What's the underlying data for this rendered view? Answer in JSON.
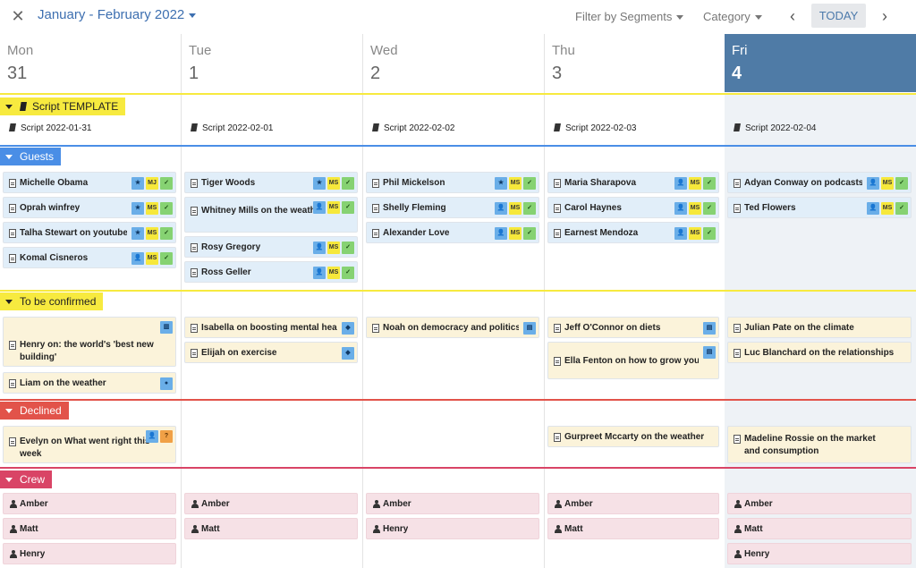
{
  "toolbar": {
    "close_icon": "close-icon",
    "date_range": "January - February 2022",
    "filter_label": "Filter by Segments",
    "category_label": "Category",
    "today_label": "TODAY",
    "prev_icon": "chevron-left-icon",
    "next_icon": "chevron-right-icon"
  },
  "days": [
    {
      "name": "Mon",
      "date": "31"
    },
    {
      "name": "Tue",
      "date": "1"
    },
    {
      "name": "Wed",
      "date": "2"
    },
    {
      "name": "Thu",
      "date": "3"
    },
    {
      "name": "Fri",
      "date": "4",
      "today": true
    }
  ],
  "colors": {
    "today_header": "#4f7ba6",
    "script_line": "#f7ea3f",
    "guests_line": "#4a8ee6",
    "confirm_line": "#f7ea3f",
    "declined_line": "#e2534a",
    "crew_line": "#d94466"
  },
  "sections": {
    "script": {
      "label": "Script TEMPLATE",
      "items": [
        "Script 2022-01-31",
        "Script 2022-02-01",
        "Script 2022-02-02",
        "Script 2022-02-03",
        "Script 2022-02-04"
      ]
    },
    "guests": {
      "label": "Guests",
      "columns": [
        [
          {
            "title": "Michelle Obama",
            "badges": [
              "star",
              "MJ",
              "check"
            ]
          },
          {
            "title": "Oprah winfrey",
            "badges": [
              "star",
              "MS",
              "check"
            ]
          },
          {
            "title": "Talha Stewart on youtube",
            "badges": [
              "star",
              "MS",
              "check"
            ]
          },
          {
            "title": "Komal Cisneros",
            "badges": [
              "person",
              "MS",
              "check"
            ]
          }
        ],
        [
          {
            "title": "Tiger Woods",
            "badges": [
              "star",
              "MS",
              "check"
            ]
          },
          {
            "title": "Whitney Mills on the weather",
            "badges": [
              "person",
              "MS",
              "check"
            ]
          },
          {
            "title": "Rosy Gregory",
            "badges": [
              "person",
              "MS",
              "check"
            ]
          },
          {
            "title": "Ross Geller",
            "badges": [
              "person",
              "MS",
              "check"
            ]
          }
        ],
        [
          {
            "title": "Phil Mickelson",
            "badges": [
              "star",
              "MS",
              "check"
            ]
          },
          {
            "title": "Shelly Fleming",
            "badges": [
              "person",
              "MS",
              "check"
            ]
          },
          {
            "title": "Alexander Love",
            "badges": [
              "person",
              "MS",
              "check"
            ]
          }
        ],
        [
          {
            "title": "Maria Sharapova",
            "badges": [
              "person",
              "MS",
              "check"
            ]
          },
          {
            "title": "Carol Haynes",
            "badges": [
              "person",
              "MS",
              "check"
            ]
          },
          {
            "title": "Earnest Mendoza",
            "badges": [
              "person",
              "MS",
              "check"
            ]
          }
        ],
        [
          {
            "title": "Adyan Conway on podcasts",
            "badges": [
              "person",
              "MS",
              "check"
            ]
          },
          {
            "title": "Ted Flowers",
            "badges": [
              "person",
              "MS",
              "check"
            ]
          }
        ]
      ]
    },
    "confirm": {
      "label": "To be confirmed",
      "columns": [
        [
          {
            "title": "Henry on: the world's 'best new building'",
            "badges": [
              "building"
            ]
          },
          {
            "title": "Liam on the weather",
            "badges": [
              "globe"
            ]
          }
        ],
        [
          {
            "title": "Isabella on boosting mental health",
            "badges": [
              "tag"
            ]
          },
          {
            "title": "Elijah on exercise",
            "badges": [
              "tag"
            ]
          }
        ],
        [
          {
            "title": "Noah on democracy and politics",
            "badges": [
              "book"
            ]
          }
        ],
        [
          {
            "title": "Jeff O'Connor on diets",
            "badges": [
              "book"
            ]
          },
          {
            "title": "Ella Fenton on how to grow your plants",
            "badges": [
              "book"
            ]
          }
        ],
        [
          {
            "title": "Julian Pate on the climate",
            "badges": []
          },
          {
            "title": "Luc Blanchard on the relationships",
            "badges": []
          }
        ]
      ]
    },
    "declined": {
      "label": "Declined",
      "columns": [
        [
          {
            "title": "Evelyn on What went right this week",
            "badges": [
              "person",
              "?"
            ]
          }
        ],
        [],
        [],
        [
          {
            "title": "Gurpreet Mccarty on the weather",
            "badges": []
          }
        ],
        [
          {
            "title": "Madeline Rossie on the market and consumption",
            "badges": []
          }
        ]
      ]
    },
    "crew": {
      "label": "Crew",
      "columns": [
        [
          "Amber",
          "Matt",
          "Henry"
        ],
        [
          "Amber",
          "Matt"
        ],
        [
          "Amber",
          "Henry"
        ],
        [
          "Amber",
          "Matt"
        ],
        [
          "Amber",
          "Matt",
          "Henry"
        ]
      ]
    }
  }
}
